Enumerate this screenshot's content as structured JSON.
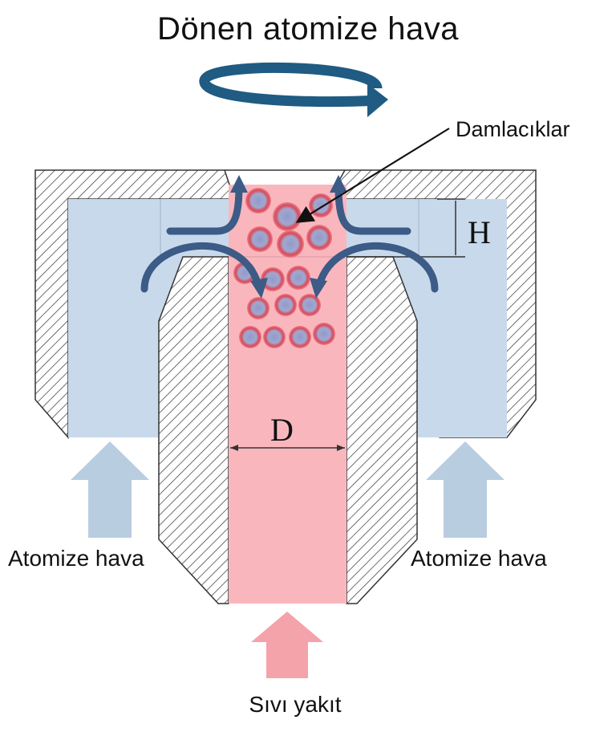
{
  "diagram": {
    "title": "Dönen atomize hava",
    "labels": {
      "droplets": "Damlacıklar",
      "air_left": "Atomize hava",
      "air_right": "Atomize hava",
      "fuel": "Sıvı yakıt"
    },
    "dimensions": {
      "height": "H",
      "diameter": "D"
    },
    "colors": {
      "air": "#c8d9ec",
      "air_arrow": "#b9cde0",
      "fuel": "#f9b7bd",
      "fuel_arrow": "#f4a3ab",
      "droplet": "#d84a5a",
      "droplet_core": "#8f9bc9",
      "flow": "#3c5b86",
      "swirl": "#1f5b82",
      "hatch": "#333333"
    }
  }
}
